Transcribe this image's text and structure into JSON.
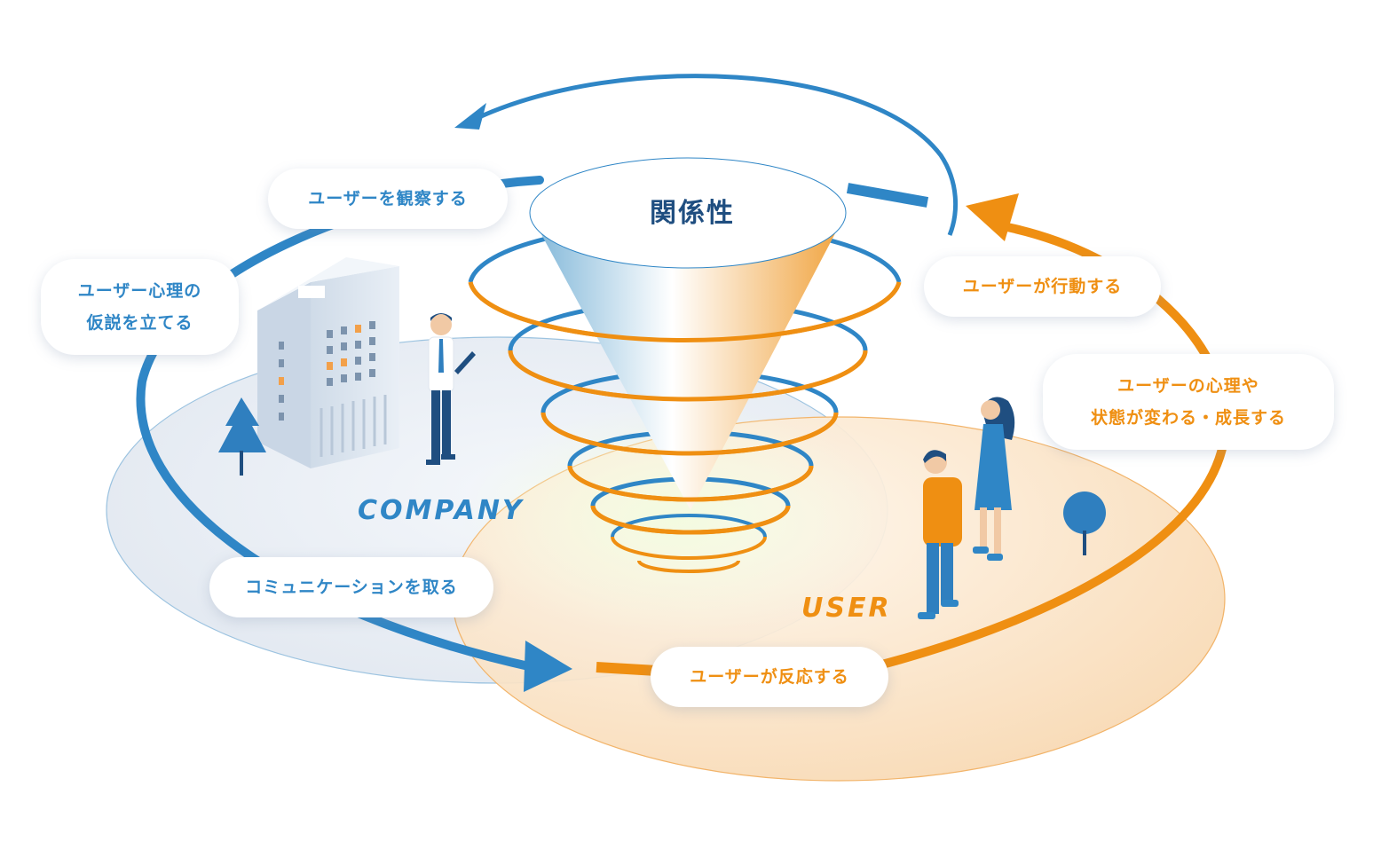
{
  "center": {
    "label": "関係性"
  },
  "zones": {
    "company": "COMPANY",
    "user": "USER"
  },
  "steps": {
    "observe": "ユーザーを観察する",
    "hypothesis": "ユーザー心理の\n仮説を立てる",
    "communicate": "コミュニケーションを取る",
    "react": "ユーザーが反応する",
    "act": "ユーザーが行動する",
    "change": "ユーザーの心理や\n状態が変わる・成長する"
  },
  "colors": {
    "company": "#2f86c6",
    "user": "#ef8f12",
    "company_fill": "#e9eef5",
    "user_fill": "#fbe7cf",
    "navy": "#1f4e80"
  }
}
